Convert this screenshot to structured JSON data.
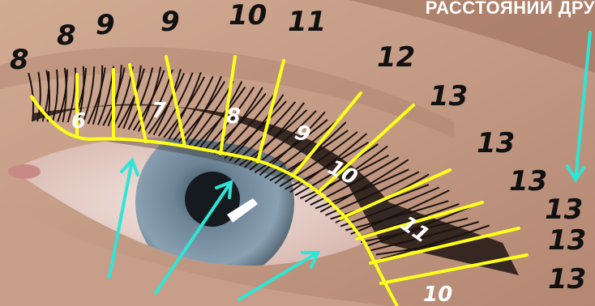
{
  "banner_text": "РАССТОЯНИЙ ДРУ",
  "colors": {
    "lash_map_line": "#ffff1a",
    "arrow": "#2ee6d6",
    "outer_numbers": "#111111",
    "inner_numbers": "#ffffff",
    "banner_text": "#ffffff"
  },
  "outer_lengths": [
    "8",
    "8",
    "9",
    "9",
    "10",
    "11",
    "12",
    "13",
    "13",
    "13",
    "13",
    "13",
    "13"
  ],
  "inner_lengths": [
    "6",
    "7",
    "8",
    "9",
    "10",
    "11",
    "10"
  ]
}
